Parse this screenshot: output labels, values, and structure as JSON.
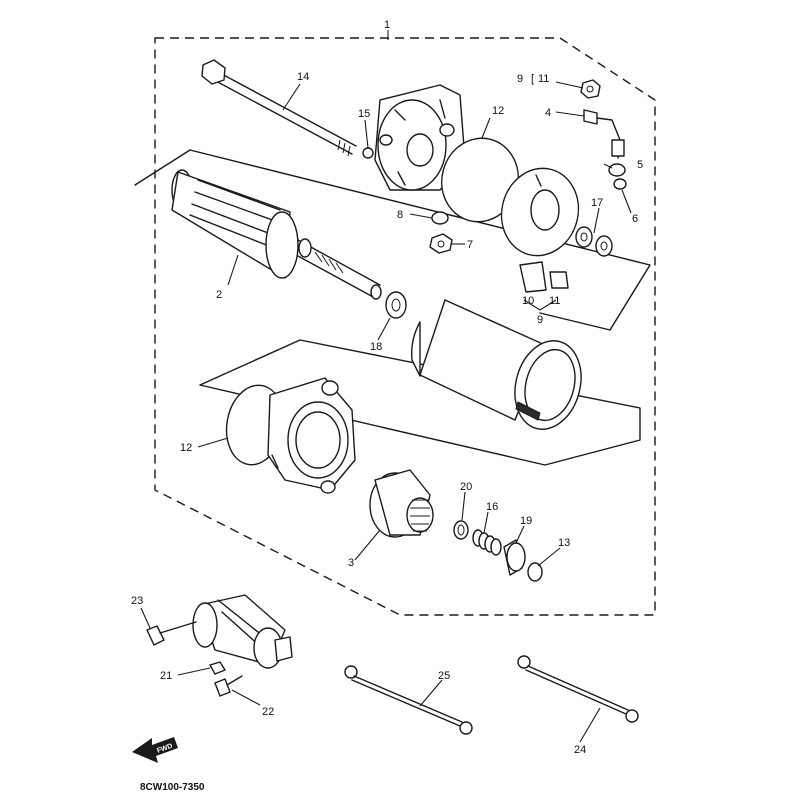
{
  "diagram_code": "8CW100-7350",
  "fwd_arrow": "FWD",
  "labels": {
    "l1": "1",
    "l2": "2",
    "l3": "3",
    "l4": "4",
    "l5": "5",
    "l6": "6",
    "l7": "7",
    "l8": "8",
    "l9a": "9",
    "l9b": "9",
    "l10": "10",
    "l11a": "11",
    "l11b": "11",
    "l12a": "12",
    "l12b": "12",
    "l13": "13",
    "l14": "14",
    "l15": "15",
    "l16": "16",
    "l17": "17",
    "l18": "18",
    "l19": "19",
    "l20": "20",
    "l21": "21",
    "l22": "22",
    "l23": "23",
    "l24": "24",
    "l25": "25"
  }
}
